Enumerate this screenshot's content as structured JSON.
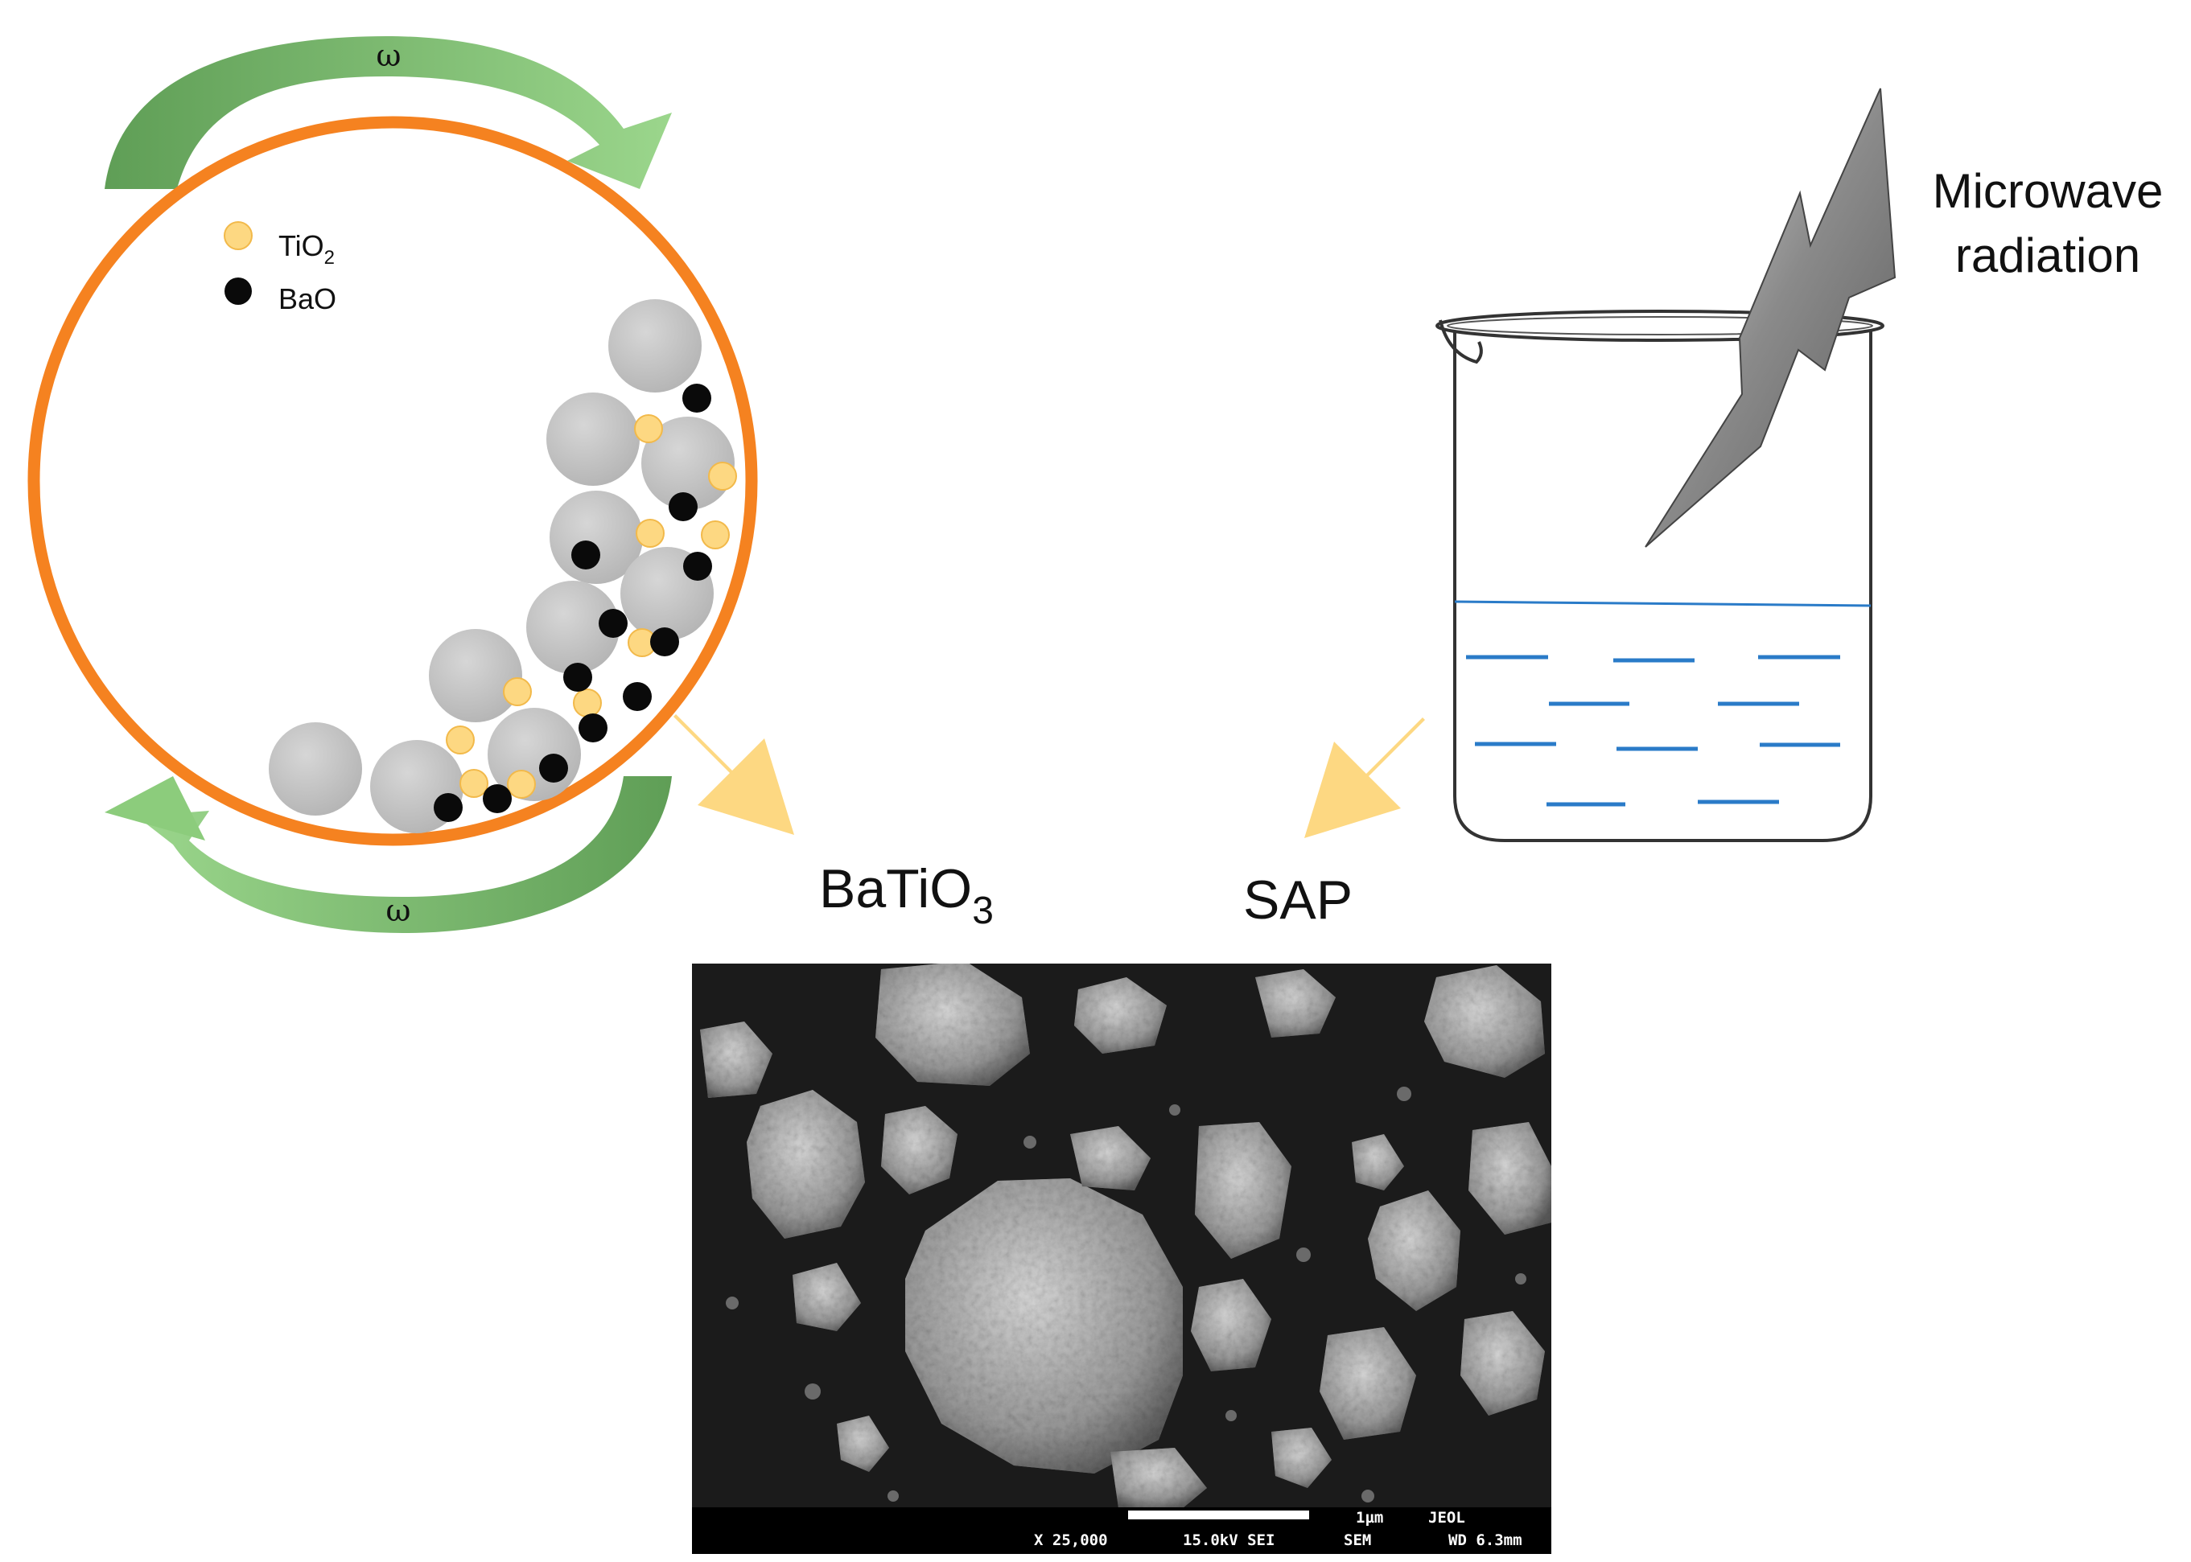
{
  "mill": {
    "rotation_top": "ω",
    "rotation_bottom": "ω",
    "legend": [
      {
        "label_main": "TiO",
        "label_sub": "2",
        "color": "#fdd882",
        "edge": "#f2b94a"
      },
      {
        "label_main": "BaO",
        "label_sub": "",
        "color": "#0a0a0a",
        "edge": "#000000"
      }
    ],
    "drum_color": "#f58220",
    "arrow_color": "#7cc46e",
    "ball_color": "#c2c2c2"
  },
  "beaker": {
    "annotation_line1": "Microwave",
    "annotation_line2": "radiation",
    "liquid_color": "#2a7bc8"
  },
  "products": {
    "left_main": "BaTiO",
    "left_sub": "3",
    "right": "SAP",
    "arrow_color": "#fdd882"
  },
  "micrograph": {
    "scale_bar": "1µm",
    "brand": "JEOL",
    "magnification": "X 25,000",
    "voltage": "15.0kV SEI",
    "mode": "SEM",
    "working_distance": "WD 6.3mm"
  }
}
